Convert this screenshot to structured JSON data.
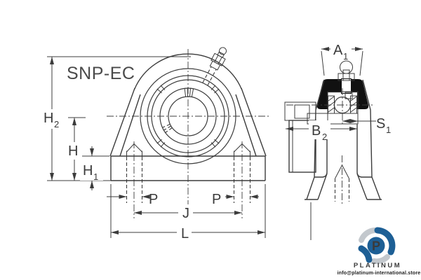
{
  "drawing": {
    "model_label": "SNP-EC",
    "dimension_labels": {
      "h2": {
        "main": "H",
        "sub": "2"
      },
      "h": {
        "main": "H"
      },
      "h1": {
        "main": "H",
        "sub": "1"
      },
      "p_left": "P",
      "p_right": "P",
      "j": "J",
      "l": "L",
      "a1": {
        "main": "A",
        "sub": "1"
      },
      "b2": {
        "main": "B",
        "sub": "2"
      },
      "s1": {
        "main": "S",
        "sub": "1"
      }
    },
    "colors": {
      "line": "#3c3c3c",
      "section_black": "#111111",
      "steel_gray": "#c9c9c9"
    }
  },
  "branding": {
    "monogram": "P",
    "name": "PLATINUM",
    "email": "info@platinum-international.store",
    "blue": "#1d5f95",
    "gray": "#c3c8cd"
  }
}
